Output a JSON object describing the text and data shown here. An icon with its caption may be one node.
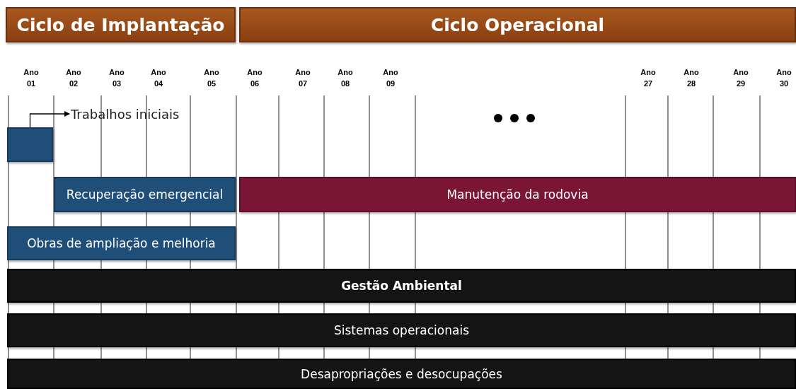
{
  "diagram": {
    "nodes": [
      {
        "text": [
          "Ciclo de Implantação"
        ]
      },
      {
        "text": [
          "Ciclo Operacional"
        ]
      },
      {
        "text": [
          "Trabalhos iniciais"
        ]
      },
      {
        "text": [],
        "shape": "bar"
      },
      {
        "text": [
          "Recuperação emergencial"
        ]
      },
      {
        "text": [
          "Manutenção da rodovia"
        ]
      },
      {
        "text": [
          "Obras de ampliação e melhoria"
        ]
      },
      {
        "text": [
          "Gestão Ambiental"
        ]
      },
      {
        "text": [
          "Sistemas operacionais"
        ]
      },
      {
        "text": [
          "Desapropriações e desocupações"
        ]
      }
    ],
    "edges": [
      {
        "from": 3,
        "to": 2,
        "arrow": "to"
      }
    ],
    "labels": [
      "Ano 01",
      "Ano 02",
      "Ano 03",
      "Ano 04",
      "Ano 05",
      "Ano 06",
      "Ano 07",
      "Ano 08",
      "Ano 09",
      "Ano 27",
      "Ano 28",
      "Ano 29",
      "Ano 30"
    ]
  }
}
